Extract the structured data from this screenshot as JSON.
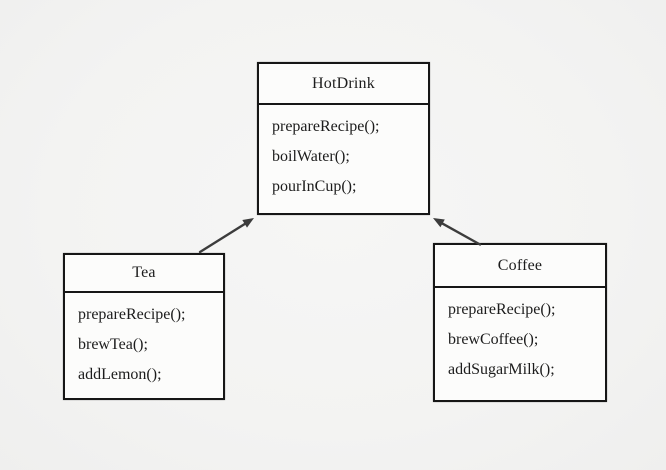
{
  "diagram": {
    "type": "uml-class-diagram",
    "classes": [
      {
        "name": "HotDrink",
        "methods": [
          "prepareRecipe();",
          "boilWater();",
          "pourInCup();"
        ]
      },
      {
        "name": "Tea",
        "methods": [
          "prepareRecipe();",
          "brewTea();",
          "addLemon();"
        ]
      },
      {
        "name": "Coffee",
        "methods": [
          "prepareRecipe();",
          "brewCoffee();",
          "addSugarMilk();"
        ]
      }
    ],
    "relations": [
      {
        "from": "Tea",
        "to": "HotDrink",
        "type": "inheritance-arrow"
      },
      {
        "from": "Coffee",
        "to": "HotDrink",
        "type": "inheritance-arrow"
      }
    ],
    "colors": {
      "background": "#f3f3f2",
      "box_fill": "#fcfcfb",
      "box_border": "#161616",
      "arrow": "#3c3c3c",
      "text": "#1c1c1c"
    }
  }
}
